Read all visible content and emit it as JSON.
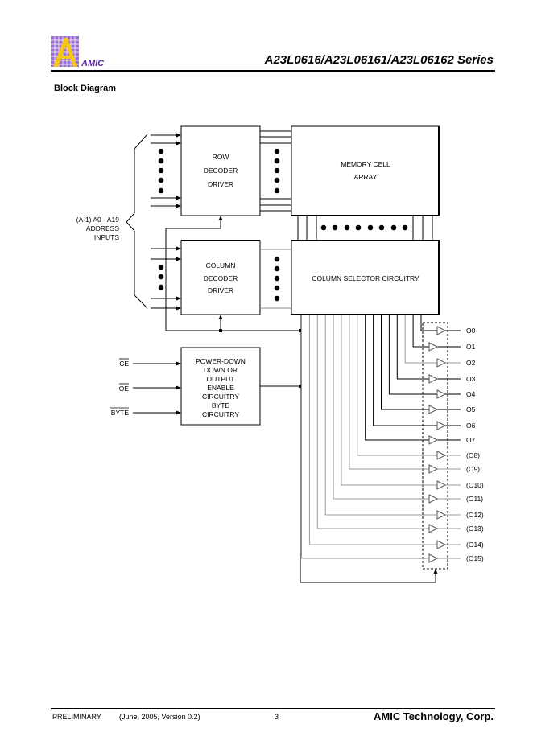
{
  "header": {
    "logo_text": "AMIC",
    "title": "A23L0616/A23L06161/A23L06162 Series"
  },
  "section_title": "Block Diagram",
  "diagram": {
    "address_label": [
      "(A-1) A0 - A19",
      "ADDRESS",
      "INPUTS"
    ],
    "row_decoder": [
      "ROW",
      "DECODER",
      "DRIVER"
    ],
    "memory_cell_array": [
      "MEMORY CELL",
      "ARRAY"
    ],
    "column_decoder": [
      "COLUMN",
      "DECODER",
      "DRIVER"
    ],
    "column_selector": "COLUMN SELECTOR CIRCUITRY",
    "control_block": [
      "POWER-DOWN",
      "DOWN OR",
      "OUTPUT",
      "ENABLE",
      "CIRCUITRY",
      "BYTE",
      "CIRCUITRY"
    ],
    "control_inputs": [
      {
        "label": "CE",
        "overbar": true
      },
      {
        "label": "OE",
        "overbar": true
      },
      {
        "label": "BYTE",
        "overbar": true
      }
    ],
    "outputs": [
      "O0",
      "O1",
      "O2",
      "O3",
      "O4",
      "O5",
      "O6",
      "O7",
      "(O8)",
      "(O9)",
      "(O10)",
      "(O11)",
      "(O12)",
      "(O13)",
      "(O14)",
      "(O15)"
    ]
  },
  "footer": {
    "status": "PRELIMINARY",
    "date_version": "(June, 2005, Version 0.2)",
    "page_number": "3",
    "company": "AMIC Technology, Corp."
  }
}
